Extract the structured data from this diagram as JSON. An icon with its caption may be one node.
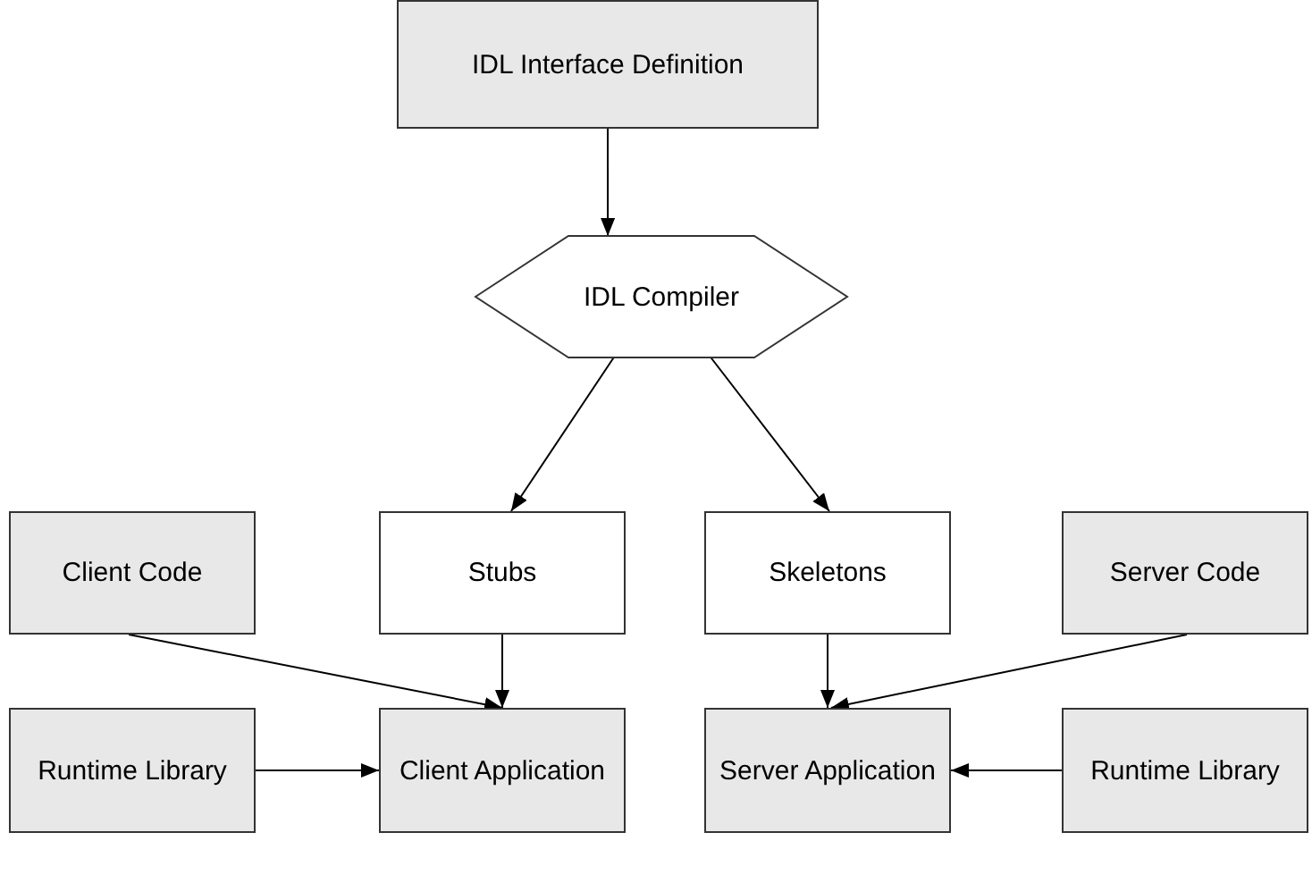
{
  "diagram": {
    "nodes": [
      {
        "text": [
          "IDL Interface Definition"
        ]
      },
      {
        "text": [
          "IDL Compiler"
        ]
      },
      {
        "text": [
          "Client Code"
        ]
      },
      {
        "text": [
          "Stubs"
        ]
      },
      {
        "text": [
          "Skeletons"
        ]
      },
      {
        "text": [
          "Server Code"
        ]
      },
      {
        "text": [
          "Runtime Library"
        ]
      },
      {
        "text": [
          "Client Application"
        ]
      },
      {
        "text": [
          "Server Application"
        ]
      },
      {
        "text": [
          "Runtime Library"
        ]
      }
    ],
    "edges": [
      {
        "from": 0,
        "to": 1,
        "arrow": "to"
      },
      {
        "from": 1,
        "to": 3,
        "arrow": "to"
      },
      {
        "from": 1,
        "to": 4,
        "arrow": "to"
      },
      {
        "from": 2,
        "to": 7,
        "arrow": "to"
      },
      {
        "from": 3,
        "to": 7,
        "arrow": "to"
      },
      {
        "from": 4,
        "to": 8,
        "arrow": "to"
      },
      {
        "from": 5,
        "to": 8,
        "arrow": "to"
      },
      {
        "from": 6,
        "to": 7,
        "arrow": "to"
      },
      {
        "from": 9,
        "to": 8,
        "arrow": "to"
      }
    ]
  }
}
